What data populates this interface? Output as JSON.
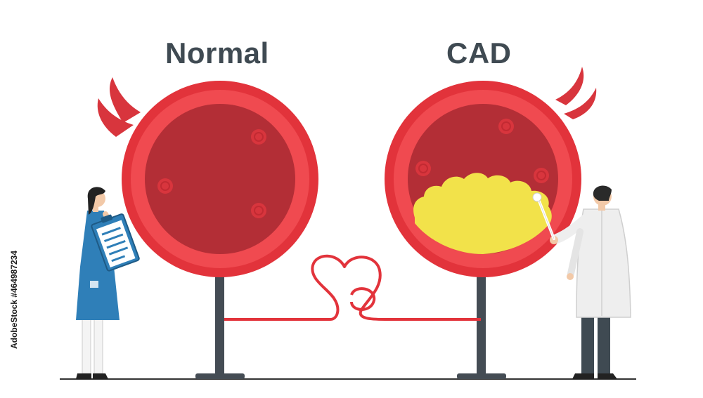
{
  "labels": {
    "normal": "Normal",
    "cad": "CAD"
  },
  "stock_id": "AdobeStock #464987234",
  "colors": {
    "vessel_outer": "#e2333b",
    "vessel_ring": "#f04a50",
    "vessel_inner": "#b32e36",
    "blood_cell": "#d8353d",
    "plaque": "#f2e24a",
    "pole": "#444c54",
    "title": "#3f4a52",
    "nurse_dress": "#2f7fb8",
    "doctor_coat": "#eeeeee"
  },
  "icons": {
    "clipboard": "clipboard-icon",
    "heart_line": "heart-line-icon",
    "pointer": "pointer-stick-icon"
  }
}
